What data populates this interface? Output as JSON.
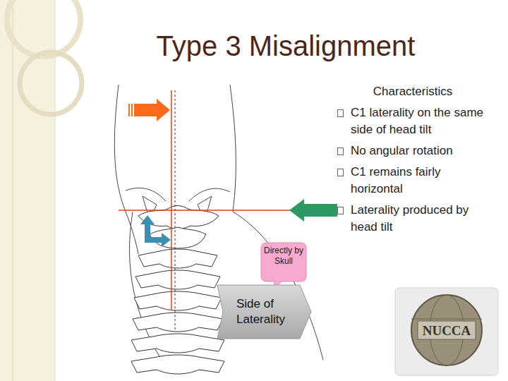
{
  "diagram": {
    "title": "Type 3 Misalignment",
    "nodes": [
      {
        "text": [
          "Directly by Skull"
        ]
      },
      {
        "text": [
          "Side of Laterality"
        ]
      }
    ],
    "labels": [
      "Characteristics",
      "C1 laterality on the same side of head tilt",
      "No angular rotation",
      "C1 remains fairly horizontal",
      "Laterality produced by head tilt",
      "NUCCA"
    ]
  }
}
